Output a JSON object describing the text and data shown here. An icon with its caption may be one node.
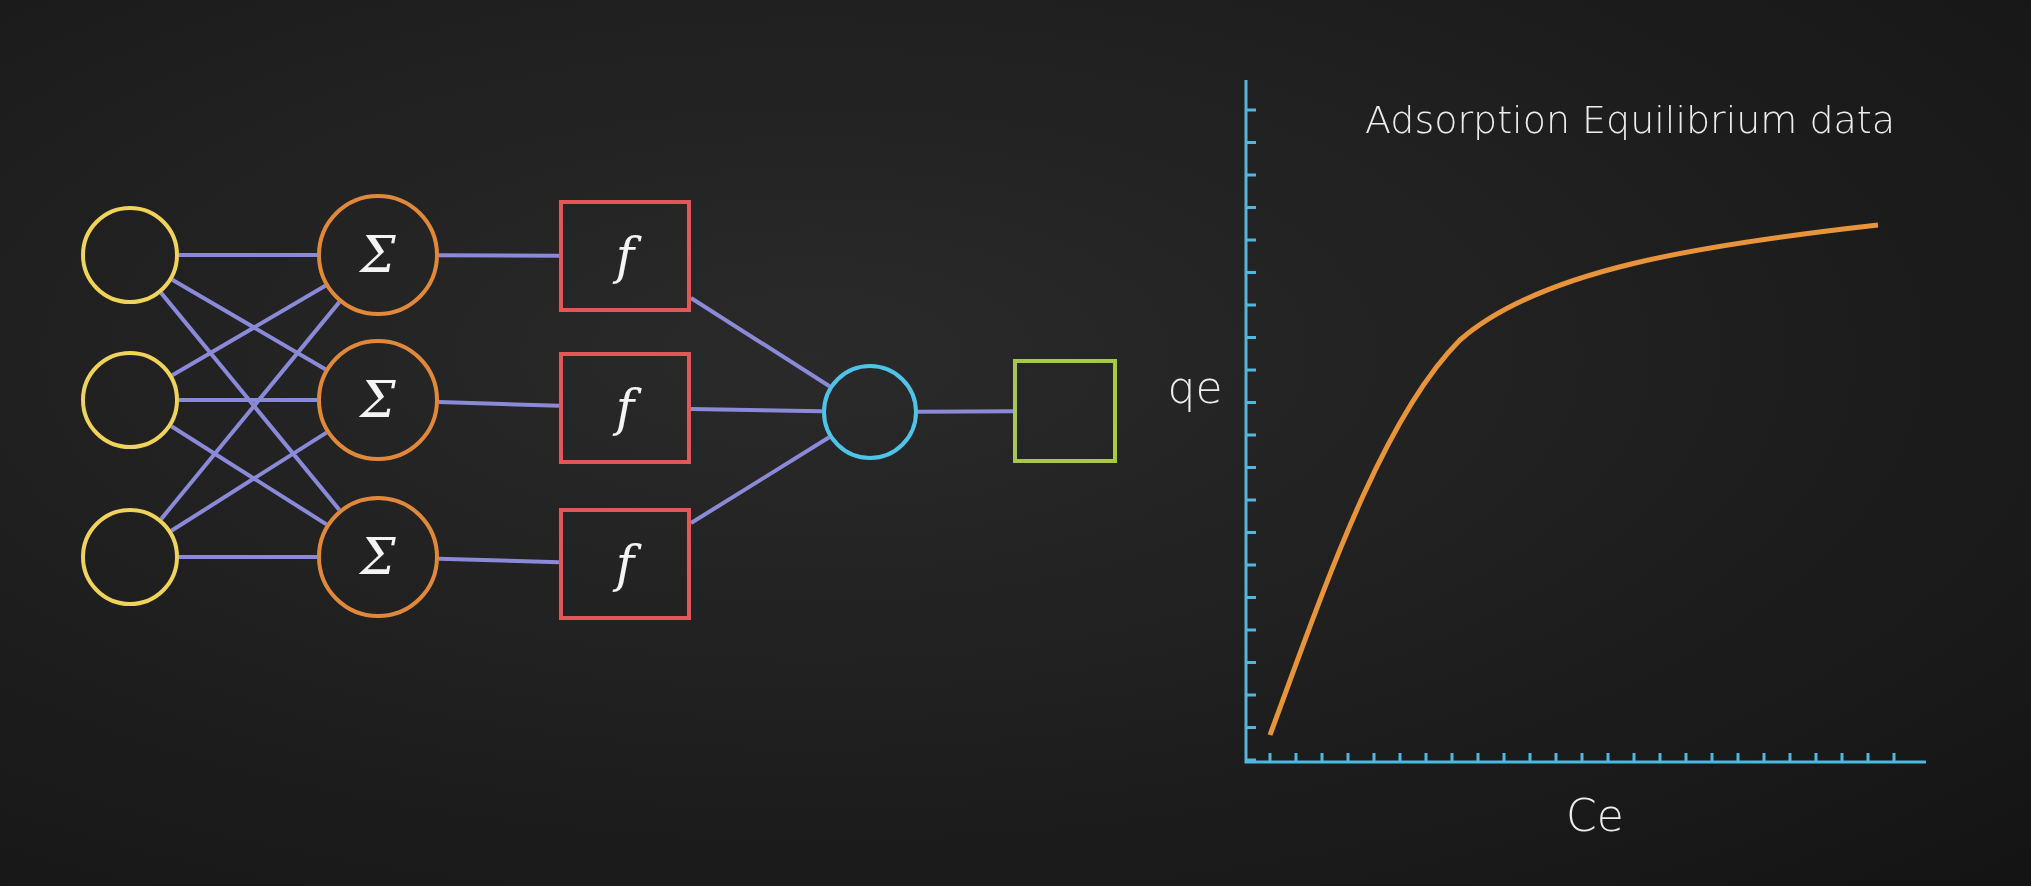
{
  "diagram": {
    "nodes": [
      {
        "text": [],
        "shape": "circle"
      },
      {
        "text": [],
        "shape": "circle"
      },
      {
        "text": [],
        "shape": "circle"
      },
      {
        "text": [
          "Σ"
        ]
      },
      {
        "text": [
          "Σ"
        ]
      },
      {
        "text": [
          "Σ"
        ]
      },
      {
        "text": [
          "f"
        ]
      },
      {
        "text": [
          "f"
        ]
      },
      {
        "text": [
          "f"
        ]
      },
      {
        "text": [],
        "shape": "circle"
      },
      {
        "text": [],
        "shape": "box"
      }
    ],
    "edges": [
      {
        "from": 0,
        "to": 3,
        "arrow": "none"
      },
      {
        "from": 0,
        "to": 4,
        "arrow": "none"
      },
      {
        "from": 0,
        "to": 5,
        "arrow": "none"
      },
      {
        "from": 1,
        "to": 3,
        "arrow": "none"
      },
      {
        "from": 1,
        "to": 4,
        "arrow": "none"
      },
      {
        "from": 1,
        "to": 5,
        "arrow": "none"
      },
      {
        "from": 2,
        "to": 3,
        "arrow": "none"
      },
      {
        "from": 2,
        "to": 4,
        "arrow": "none"
      },
      {
        "from": 2,
        "to": 5,
        "arrow": "none"
      },
      {
        "from": 3,
        "to": 6,
        "arrow": "none"
      },
      {
        "from": 4,
        "to": 7,
        "arrow": "none"
      },
      {
        "from": 5,
        "to": 8,
        "arrow": "none"
      },
      {
        "from": 6,
        "to": 9,
        "arrow": "none"
      },
      {
        "from": 7,
        "to": 9,
        "arrow": "none"
      },
      {
        "from": 8,
        "to": 9,
        "arrow": "none"
      },
      {
        "from": 9,
        "to": 10,
        "arrow": "none"
      }
    ],
    "labels": [
      "Adsorption Equilibrium data",
      "qe",
      "Ce"
    ]
  }
}
